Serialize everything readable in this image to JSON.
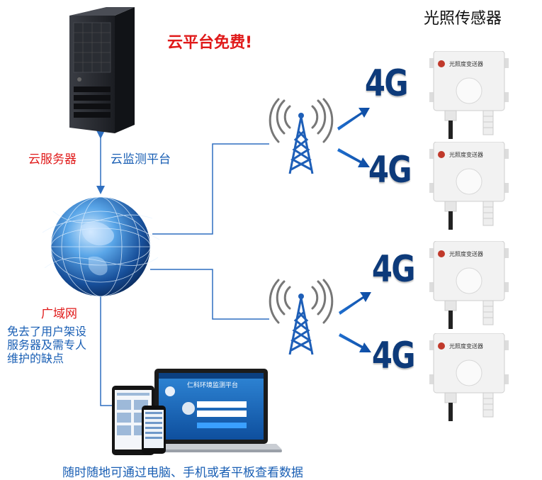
{
  "title": "光照传感器",
  "promo": "云平台免费!",
  "labels": {
    "server": "云服务器",
    "cloud_platform": "云监测平台",
    "wan": "广域网",
    "benefit_lines": [
      "免去了用户架设",
      "服务器及需专人",
      "维护的缺点"
    ],
    "bottom": "随时随地可通过电脑、手机或者平板查看数据"
  },
  "network_label": "4G",
  "sensor_label": "光照度变送器",
  "laptop_title": "仁科环境监测平台",
  "colors": {
    "red": "#e01a1a",
    "blue": "#1a5fb4",
    "dark_blue": "#0d3a7a",
    "line": "#2f6fc0"
  }
}
